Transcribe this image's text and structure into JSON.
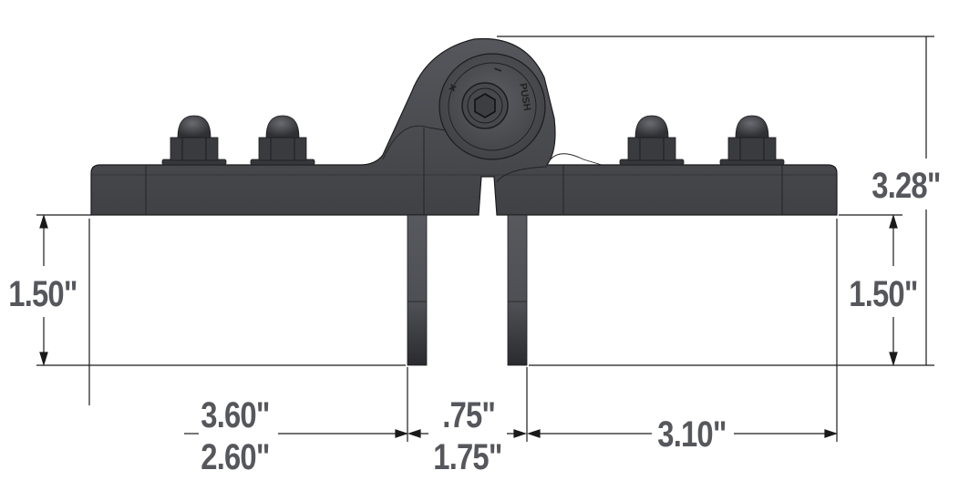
{
  "drawing": {
    "subject": "Pivoting mount bracket with acorn nuts, side view",
    "colors": {
      "part_body": "#4a4b50",
      "part_dark": "#2e2f33",
      "part_edge": "#1c1c1f",
      "dimension_line": "#1a1a1a",
      "label_text": "#56575c",
      "background": "#ffffff"
    },
    "hub_markings": {
      "plus": "+",
      "minus": "−",
      "push": "PUSH"
    },
    "dimensions": {
      "overall_height": "3.28\"",
      "left_leg_height": "1.50\"",
      "right_leg_height": "1.50\"",
      "left_width_top": "3.60\"",
      "left_width_bottom": "2.60\"",
      "center_gap_top": ".75\"",
      "center_gap_bottom": "1.75\"",
      "right_width": "3.10\""
    }
  }
}
